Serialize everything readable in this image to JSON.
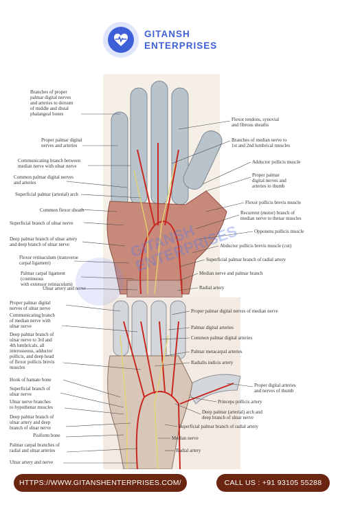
{
  "header": {
    "brand_line1": "GITANSH",
    "brand_line2": "ENTERPRISES",
    "accent": "#3f5fd8"
  },
  "upper_left_labels": [
    "Branches of proper\npalmar digital nerves\nand arteries to dorsum\nof middle and distal\nphalangeal bones",
    "Proper palmar digital\nnerves and arteries",
    "Communicating branch between\nmedian nerve with ulnar nerve",
    "Common palmar digital nerves\nand arteries",
    "Superficial palmar (arterial) arch",
    "Common flexor sheath",
    "Superficial branch of ulnar nerve",
    "Deep palmar branch of ulnar artery\nand deep branch of ulnar nerve",
    "Flexor retinaculum (transverse\ncarpal ligament)",
    "Palmar carpal ligament (continuous\nwith extensor retinaculum)",
    "Ulnar artery and nerve"
  ],
  "upper_right_labels": [
    "Flexor tendons, synovial\nand fibrous sheaths",
    "Branches of median nerve to\n1st and 2nd lumbrical muscles",
    "Adductor pollicis muscle",
    "Proper palmar\ndigital nerves and\narteries to thumb",
    "Flexor pollicis brevis muscle",
    "Recurrent (motor) branch of\nmedian nerve to thenar muscles",
    "Opponens pollicis muscle",
    "Abductor pollicis brevis muscle (cut)",
    "Superficial palmar branch of radial artery",
    "Median nerve and palmar branch",
    "Radial artery"
  ],
  "lower_left_labels": [
    "Proper palmar digital\nnerves of ulnar nerve",
    "Communicating branch\nof median nerve with\nulnar nerve",
    "Deep palmar branch of\nulnar nerve to 3rd and\n4th lumbricals, all\ninterosseous, adductor\npollicis, and deep head\nof flexor pollicis brevis\nmuscles",
    "Hook of hamate bone",
    "Superficial branch of\nulnar nerve",
    "Ulnar nerve branches\nto hypothenar muscles",
    "Deep palmar branch of\nulnar artery and deep\nbranch of ulnar nerve",
    "Pisiform bone",
    "Palmar carpal branches of\nradial and ulnar arteries",
    "Ulnar artery and nerve"
  ],
  "lower_right_labels": [
    "Proper palmar digital nerves of median nerve",
    "Palmar digital arteries",
    "Common palmar digital arteries",
    "Palmar metacarpal arteries",
    "Radialis indicis artery",
    "Proper digital arteries\nand nerves of thumb",
    "Princeps pollicis artery",
    "Deep palmar (arterial) arch and\ndeep branch of ulnar nerve",
    "Superficial palmar branch of radial artery",
    "Median nerve",
    "Radial artery"
  ],
  "watermark": {
    "line1": "GITANSH",
    "line2": "ENTERPRISES"
  },
  "footer": {
    "url": "HTTPS://WWW.GITANSHENTERPRISES.COM/",
    "call": "CALL US : +91 93105 55288"
  }
}
